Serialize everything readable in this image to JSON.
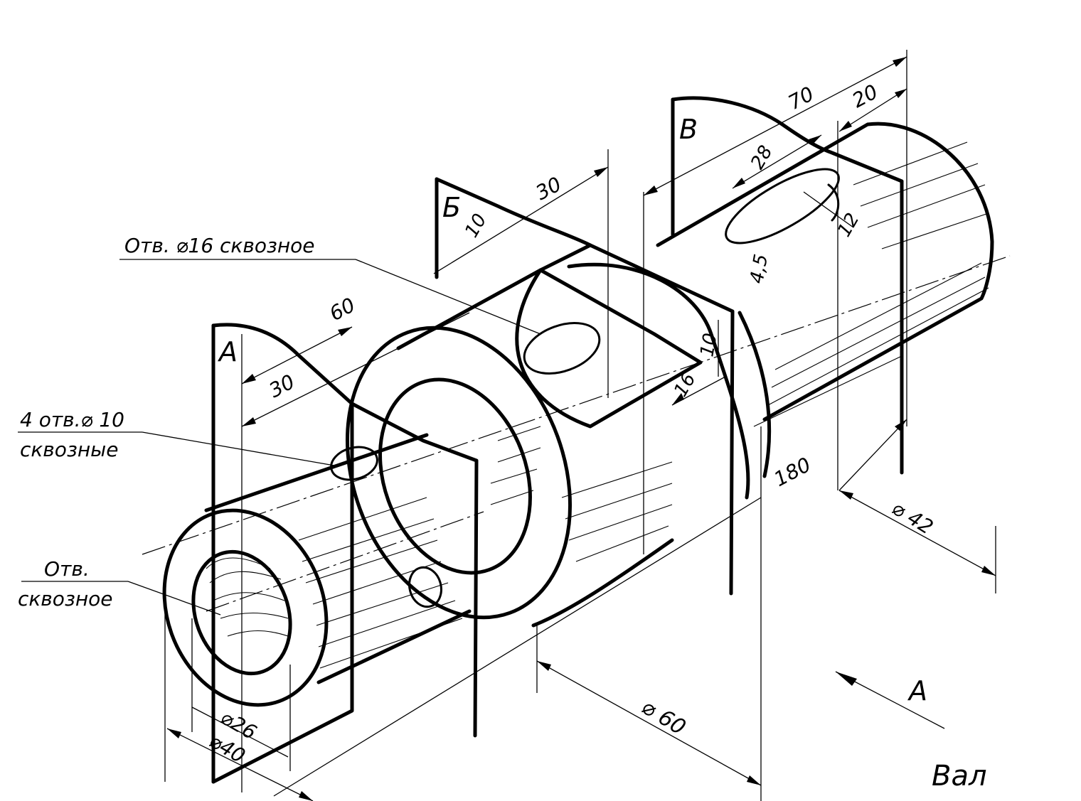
{
  "drawing": {
    "title": "Вал",
    "view_arrow_label": "A",
    "planes": [
      {
        "id": "A",
        "label": "А"
      },
      {
        "id": "B",
        "label": "Б"
      },
      {
        "id": "V",
        "label": "В"
      }
    ],
    "notes": {
      "hole16": "Отв. ⌀16 сквозное",
      "holes4_line1": "4 отв.⌀ 10",
      "holes4_line2": "сквозные",
      "bore_line1": "Отв.",
      "bore_line2": "сквозное"
    },
    "dimensions": {
      "d30_left": "30",
      "d60": "60",
      "d30_top": "30",
      "d10_b": "10",
      "d70": "70",
      "d20": "20",
      "d28": "28",
      "d12": "12",
      "d4_5": "4,5",
      "d10_right": "10",
      "d16": "16",
      "d180": "180",
      "d42": "⌀ 42",
      "d60_dia": "⌀ 60",
      "d26": "⌀26",
      "d40": "⌀40"
    }
  }
}
